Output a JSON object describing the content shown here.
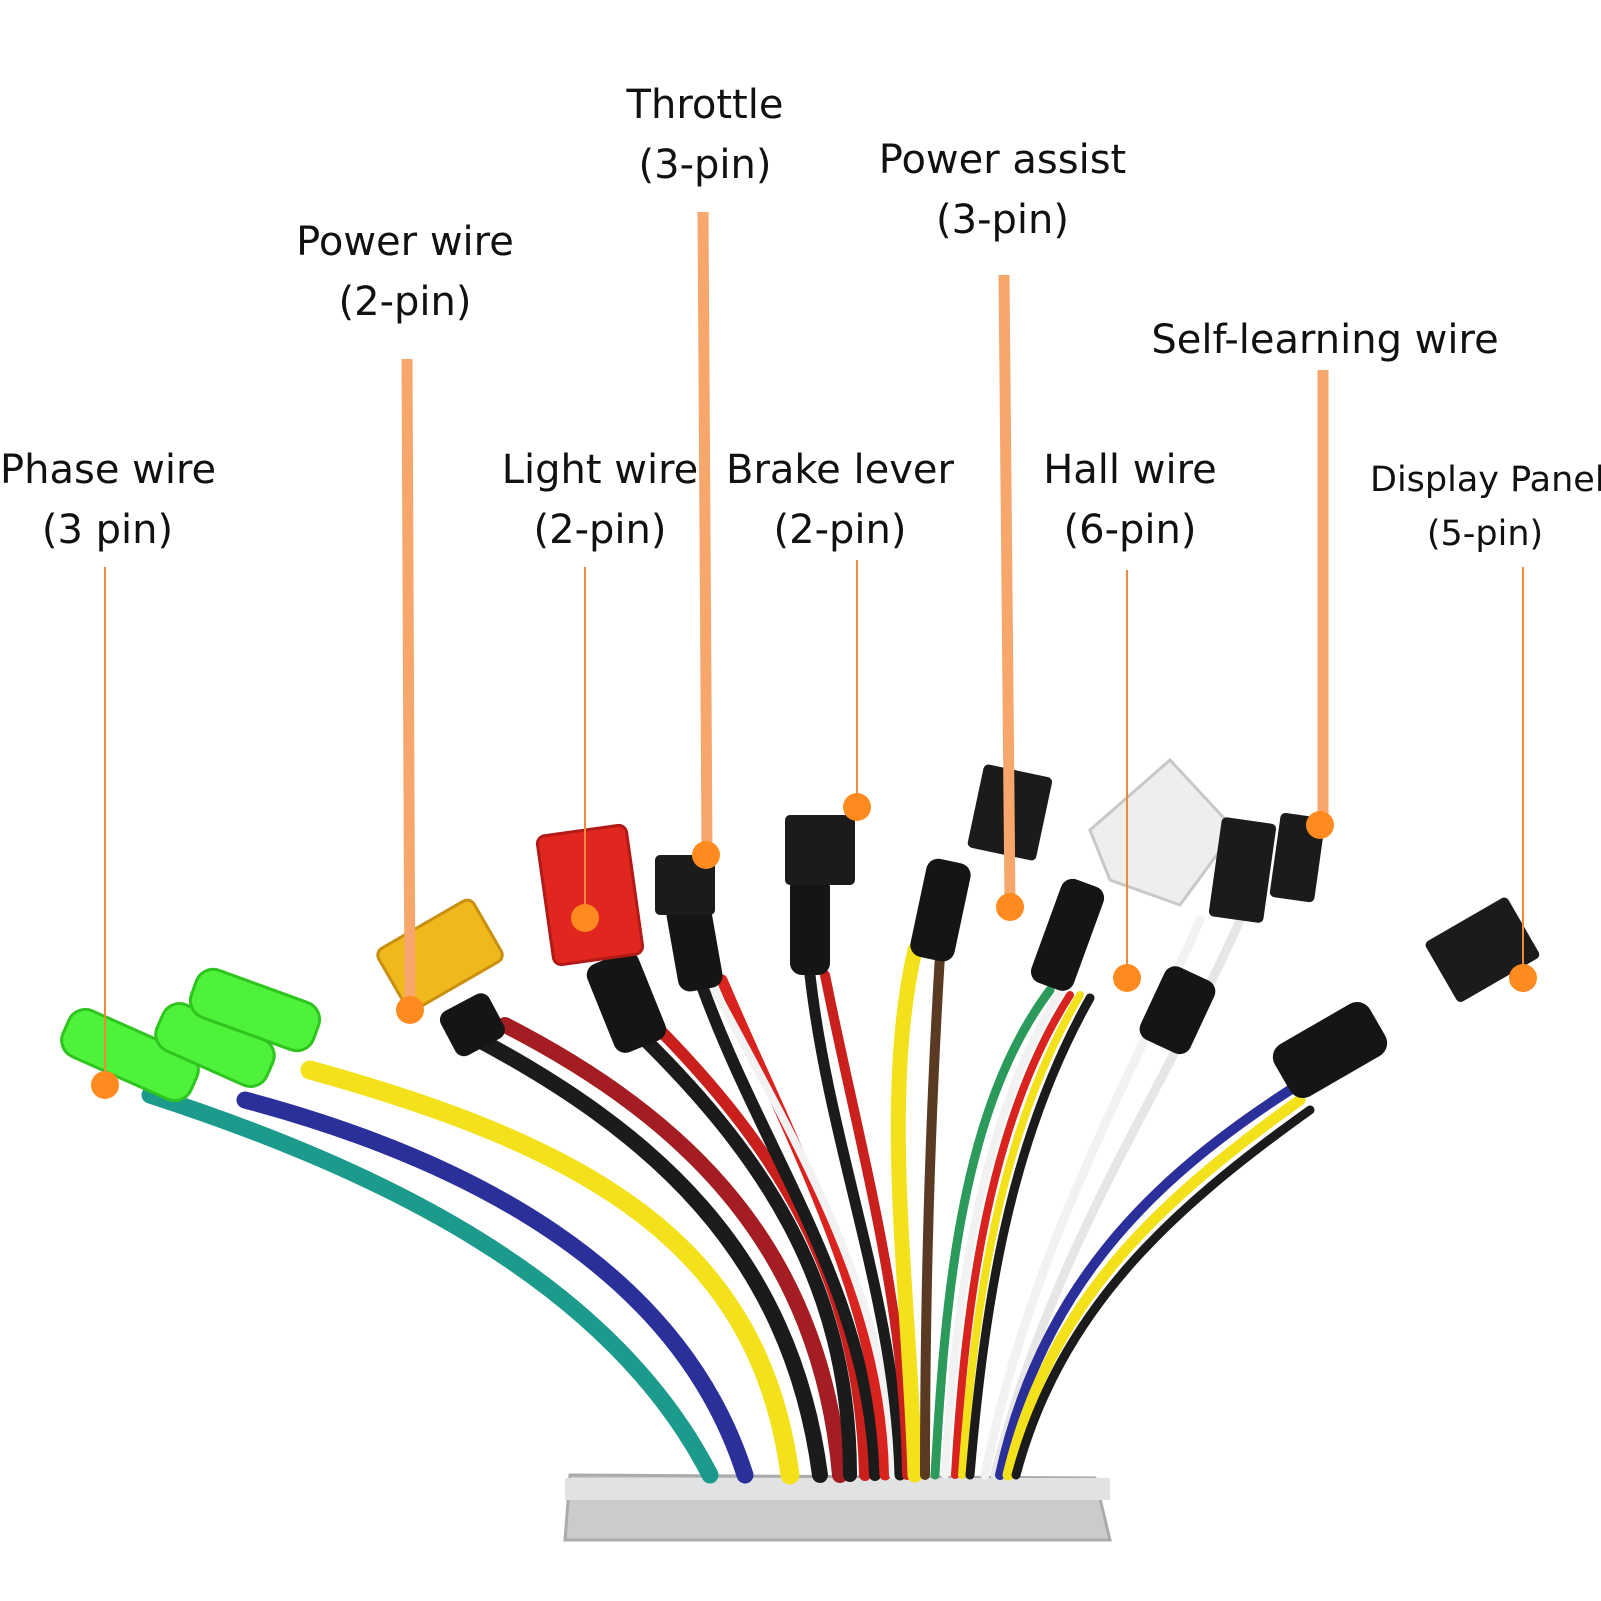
{
  "colors": {
    "leader": "#f7a76c",
    "leader_thin": "#f08a3a",
    "marker": "#ff8a1f",
    "text": "#111111",
    "teal": "#1c9a8c",
    "blue": "#2b2f9a",
    "yellow": "#f3e11b",
    "red": "#c9201e",
    "black": "#1b1b1b",
    "white": "#f2f2f2",
    "brown": "#5a3a22",
    "green": "#2c9a5a",
    "connector_green": "#4ff23a",
    "connector_yellow": "#f0b81c",
    "connector_red": "#e1261f",
    "connector_white": "#eeeeee",
    "housing": "#c9cbcd"
  },
  "labels": {
    "phase": {
      "name": "Phase wire",
      "pins": "(3 pin)"
    },
    "power": {
      "name": "Power wire",
      "pins": "(2-pin)"
    },
    "light": {
      "name": "Light wire",
      "pins": "(2-pin)"
    },
    "throttle": {
      "name": "Throttle",
      "pins": "(3-pin)"
    },
    "brake": {
      "name": "Brake lever",
      "pins": "(2-pin)"
    },
    "assist": {
      "name": "Power assist",
      "pins": "(3-pin)"
    },
    "hall": {
      "name": "Hall wire",
      "pins": "(6-pin)"
    },
    "selflearn": {
      "name": "Self-learning wire"
    },
    "display": {
      "name": "Display Panel",
      "pins": "(5-pin)"
    }
  }
}
